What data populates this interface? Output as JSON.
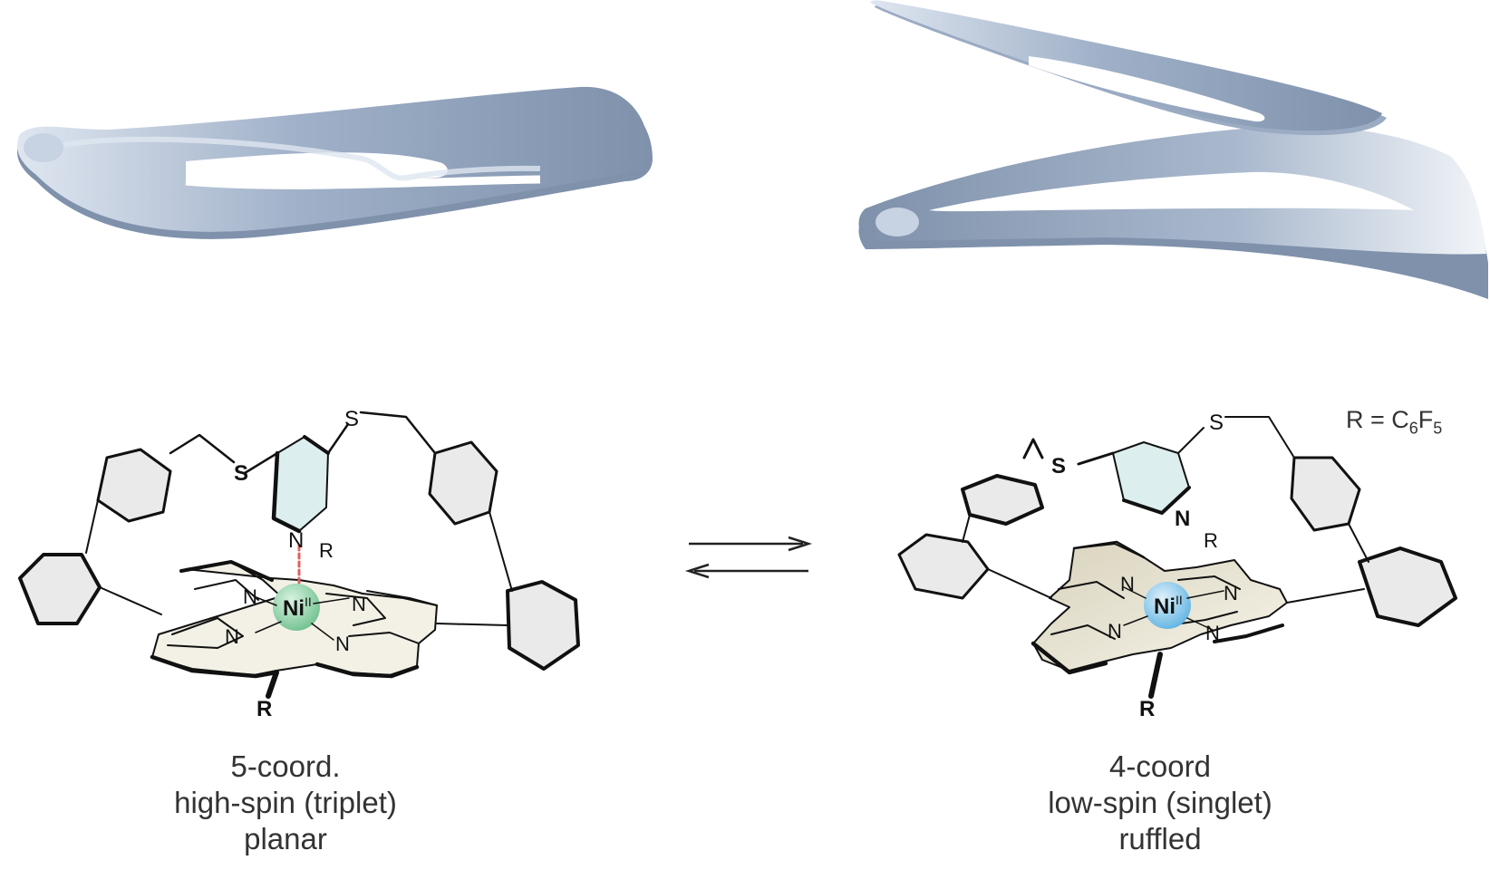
{
  "left_state": {
    "caption_lines": [
      "5-coord.",
      "high-spin (triplet)",
      "planar"
    ],
    "metal_label": "Ni",
    "metal_oxidation": "II",
    "metal_color": "#7fcf9f",
    "bond_color": "#e06060",
    "atom_labels": {
      "sulfur_1": "S",
      "sulfur_2": "S",
      "pyridine_n": "N",
      "pyrrole_n1": "N",
      "pyrrole_n2": "N",
      "pyrrole_n3": "N",
      "pyrrole_n4": "N",
      "meso_r_top": "R",
      "meso_r_bottom": "R"
    }
  },
  "right_state": {
    "caption_lines": [
      "4-coord",
      "low-spin (singlet)",
      "ruffled"
    ],
    "metal_label": "Ni",
    "metal_oxidation": "II",
    "metal_color": "#7fc3ea",
    "atom_labels": {
      "sulfur_1": "S",
      "sulfur_2": "S",
      "pyridine_n": "N",
      "pyrrole_n1": "N",
      "pyrrole_n2": "N",
      "pyrrole_n3": "N",
      "pyrrole_n4": "N",
      "meso_r_top": "R",
      "meso_r_bottom": "R"
    }
  },
  "substituent_definition": {
    "prefix": "R = C",
    "sub1": "6",
    "mid": "F",
    "sub2": "5"
  },
  "colors": {
    "clip_color": "#8d9db5",
    "clip_highlight": "#dfe6f0",
    "porphyrin_fill": "#f3f1e6",
    "pyridine_fill": "#dceeee",
    "phenyl_fill": "#eaeaea"
  }
}
